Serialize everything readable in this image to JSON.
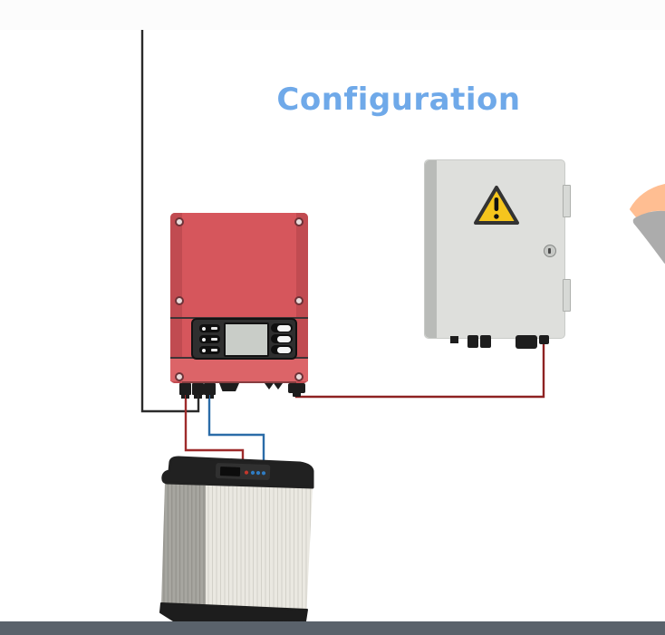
{
  "title": {
    "text": "Configuration",
    "color": "#6FA9E9"
  },
  "canvas": {
    "background": "#FFFFFF",
    "top_band_color": "#FCFCFC",
    "bottom_bar_color": "#5A626B"
  },
  "components": {
    "inverter": {
      "type": "hybrid-solar-inverter",
      "body_color": "#D6565C",
      "side_color": "#C14B51",
      "panel_color": "#2F2F2F",
      "screen_color": "#C9CDC8"
    },
    "junction_box": {
      "type": "ac-isolator-box",
      "body_color": "#DEDFDC",
      "side_color": "#B9BBB8",
      "warning_yellow": "#F5C51D",
      "warning_outline": "#333333"
    },
    "battery": {
      "type": "storage-battery",
      "cap_color": "#212121",
      "front_color": "#EAE8E1",
      "side_color": "#A7A6A0",
      "base_color": "#1D1D1D",
      "leds": [
        "#C4372C",
        "#2F7CC3",
        "#2F7CC3",
        "#2F7CC3"
      ]
    }
  },
  "wires": {
    "grid_line": "#2A2A2A",
    "battery_positive": "#9E2B2B",
    "battery_negative": "#2B6CA8",
    "ac_link": "#8E2222"
  },
  "logo": {
    "orange": "#FFBE92",
    "gray": "#ACACAC"
  }
}
